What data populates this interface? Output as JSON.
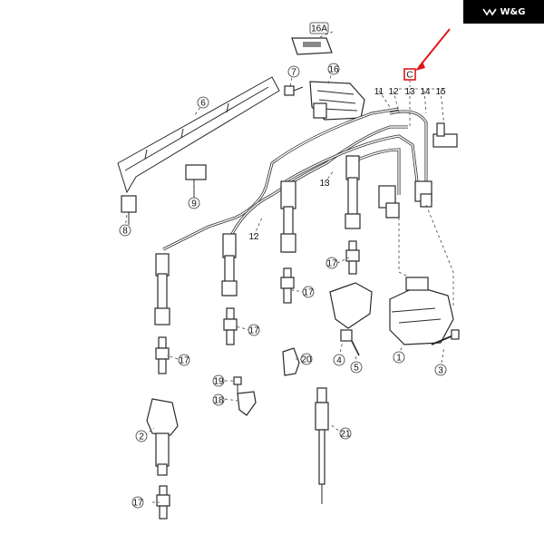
{
  "brand": {
    "logo_icon": "wg-wings-icon",
    "text": "W&G",
    "bg_color": "#000000",
    "text_color": "#ffffff"
  },
  "highlight": {
    "label": "C",
    "color": "#e0161b"
  },
  "callouts": {
    "c1": "1",
    "c2": "2",
    "c3": "3",
    "c4": "4",
    "c5": "5",
    "c6": "6",
    "c7": "7",
    "c8": "8",
    "c9": "9",
    "c11": "11",
    "c12a": "12",
    "c12b": "12",
    "c13a": "13",
    "c13b": "13",
    "c14": "14",
    "c15": "15",
    "c16": "16",
    "c16a": "16A",
    "c17a": "17",
    "c17b": "17",
    "c17c": "17",
    "c17d": "17",
    "c17e": "17",
    "c18": "18",
    "c19": "19",
    "c20": "20",
    "c21": "21"
  }
}
